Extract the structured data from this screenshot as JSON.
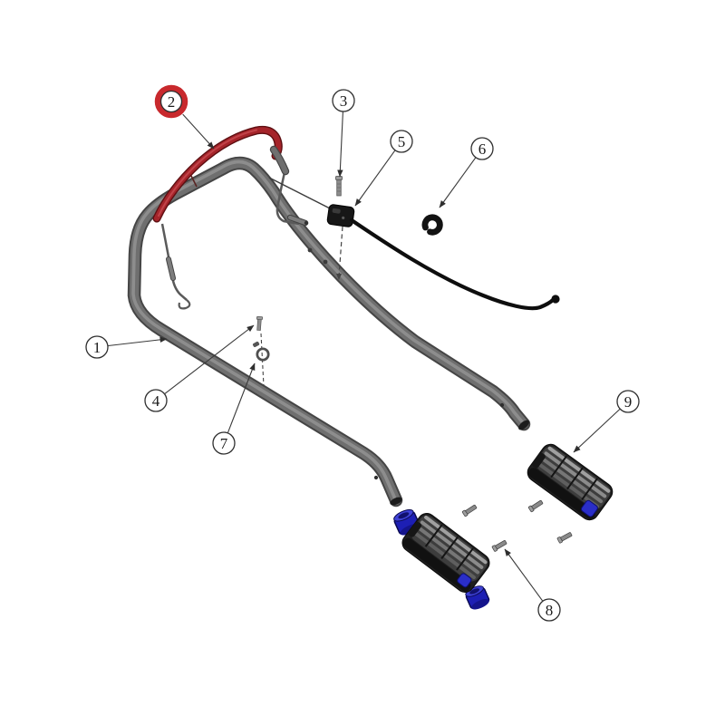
{
  "diagram": {
    "type": "exploded-parts-diagram",
    "subject": "mower-handle-assembly",
    "background": "#ffffff",
    "highlight_color": "#c8292d",
    "part_colors": {
      "tube_gray": "#757575",
      "bail_red": "#a5242a",
      "cable_black": "#0e0e0e",
      "bushing_blue": "#1d1fb4",
      "bracket_dark": "#1f1f1f"
    },
    "callouts": [
      {
        "label": "1",
        "highlighted": false
      },
      {
        "label": "2",
        "highlighted": true
      },
      {
        "label": "3",
        "highlighted": false
      },
      {
        "label": "4",
        "highlighted": false
      },
      {
        "label": "5",
        "highlighted": false
      },
      {
        "label": "6",
        "highlighted": false
      },
      {
        "label": "7",
        "highlighted": false
      },
      {
        "label": "8",
        "highlighted": false
      },
      {
        "label": "9",
        "highlighted": false
      }
    ]
  }
}
